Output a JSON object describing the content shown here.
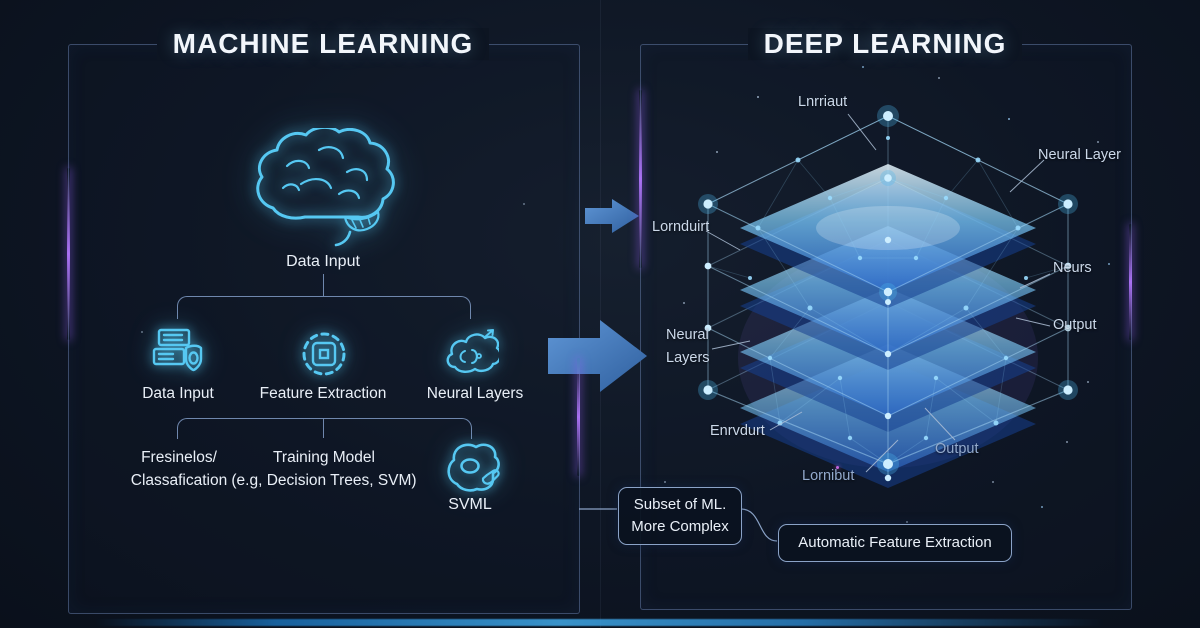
{
  "colors": {
    "accent_cyan": "#56c8f2",
    "arrow_blue": "#3f74b5",
    "purple_glow": "#9a63f2",
    "background": "#0e1624"
  },
  "left_panel": {
    "title": "MACHINE LEARNING",
    "input_label": "Data Input",
    "steps": [
      {
        "label": "Data Input",
        "icon": "documents-shield-icon"
      },
      {
        "label": "Feature Extraction",
        "icon": "gear-chip-icon"
      },
      {
        "label": "Neural Layers",
        "icon": "neural-network-icon"
      }
    ],
    "outputs": [
      {
        "line1": "Fresinelos/",
        "line2": "Classafication"
      },
      {
        "line1": "Training Model",
        "line2": "(e.g, Decision Trees, SVM)"
      },
      {
        "label": "SVML",
        "icon": "svml-blob-icon"
      }
    ]
  },
  "right_panel": {
    "title": "DEEP LEARNING",
    "callouts": {
      "top": "Lnrriaut",
      "neural_layer": "Neural Layer",
      "left_upper": "Lornduirt",
      "neurs": "Neurs",
      "output_right": "Output",
      "neural_layers_line1": "Neural",
      "neural_layers_line2": "Layers",
      "left_lower": "Enrvdurt",
      "output_bottom": "Output",
      "bottom": "Lornibut"
    },
    "notes": {
      "subset_line1": "Subset of ML.",
      "subset_line2": "More Complex",
      "auto_feature": "Automatic Feature Extraction"
    }
  }
}
